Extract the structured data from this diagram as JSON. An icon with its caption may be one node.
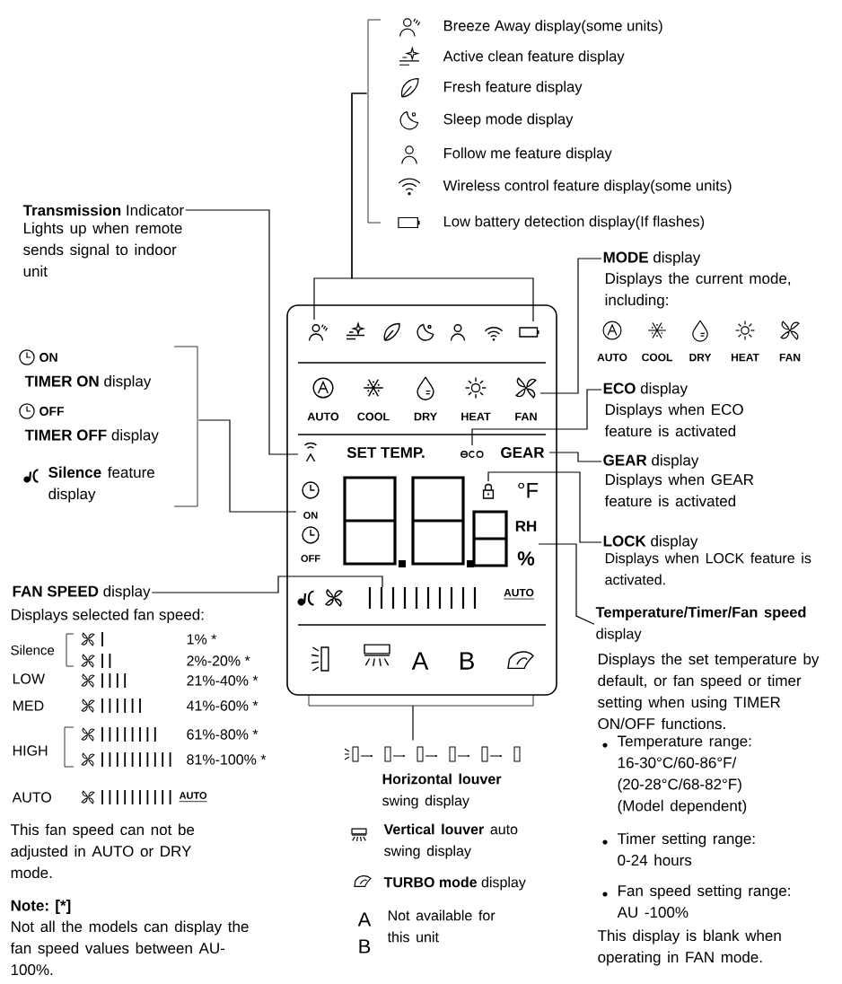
{
  "diagram": {
    "nodes": [
      {
        "text": [
          "Breeze Away display(some units)",
          "Active clean feature display",
          "Fresh feature display",
          "Sleep mode display",
          "Follow me feature display",
          "Wireless control feature display(some units)",
          "Low battery detection display(If flashes)"
        ]
      },
      {
        "text": [
          "**Transmission** Indicator",
          "Lights up when remote sends signal to indoor unit"
        ]
      },
      {
        "text": [
          "**MODE** display",
          "Displays the current mode, including:",
          "AUTO",
          "COOL",
          "DRY",
          "HEAT",
          "FAN"
        ]
      },
      {
        "text": [
          "ON",
          "**TIMER ON** display",
          "OFF",
          "**TIMER OFF** display",
          "**Silence** feature display"
        ]
      },
      {
        "text": [
          "**ECO** display",
          "Displays when ECO feature is activated"
        ]
      },
      {
        "text": [
          "**GEAR** display",
          "Displays when GEAR feature is activated"
        ]
      },
      {
        "text": [
          "AUTO",
          "COOL",
          "DRY",
          "HEAT",
          "FAN",
          "SET TEMP.",
          "GEAR",
          "ON",
          "OFF",
          "°F",
          "RH",
          "%",
          "AUTO",
          "A",
          "B"
        ]
      },
      {
        "text": [
          "**LOCK** display",
          "Displays when LOCK feature is activated."
        ]
      },
      {
        "text": [
          "**FAN SPEED** display",
          "Displays selected fan speed:"
        ]
      },
      {
        "text": [
          "**Temperature/Timer/Fan speed** display",
          "Displays the set temperature by default, or fan speed or timer setting when using TIMER ON/OFF functions.",
          "Temperature range: 16-30°C/60-86°F/ (20-28°C/68-82°F) (Model dependent)",
          "Timer setting range: 0-24 hours",
          "Fan speed setting range: AU -100%",
          "This display is blank when operating in FAN mode."
        ]
      },
      {
        "text": [
          "**Horizontal louver** swing display",
          "**Vertical louver** auto swing display",
          "**TURBO mode** display",
          "A",
          "B",
          "Not available for this unit"
        ]
      }
    ],
    "edges": [
      {
        "from": 0,
        "to": 6,
        "arrow": "none"
      },
      {
        "from": 0,
        "to": 6,
        "arrow": "none"
      },
      {
        "from": 1,
        "to": 6,
        "arrow": "none"
      },
      {
        "from": 2,
        "to": 6,
        "arrow": "none"
      },
      {
        "from": 3,
        "to": 6,
        "arrow": "none"
      },
      {
        "from": 4,
        "to": 6,
        "arrow": "none"
      },
      {
        "from": 5,
        "to": 6,
        "arrow": "none"
      },
      {
        "from": 7,
        "to": 6,
        "arrow": "none"
      },
      {
        "from": 8,
        "to": 6,
        "arrow": "none"
      },
      {
        "from": 9,
        "to": 6,
        "arrow": "none"
      },
      {
        "from": 10,
        "to": 6,
        "arrow": "none"
      }
    ],
    "labels": [
      "Silence",
      "1% *",
      "2%-20% *",
      "LOW",
      "21%-40% *",
      "MED",
      "41%-60% *",
      "HIGH",
      "61%-80% *",
      "81%-100% *",
      "AUTO",
      "AUTO",
      "This fan speed can not be adjusted in AUTO or DRY mode.",
      "Note: [*]",
      "Not all the models can display the fan speed values between AU-100%."
    ]
  }
}
